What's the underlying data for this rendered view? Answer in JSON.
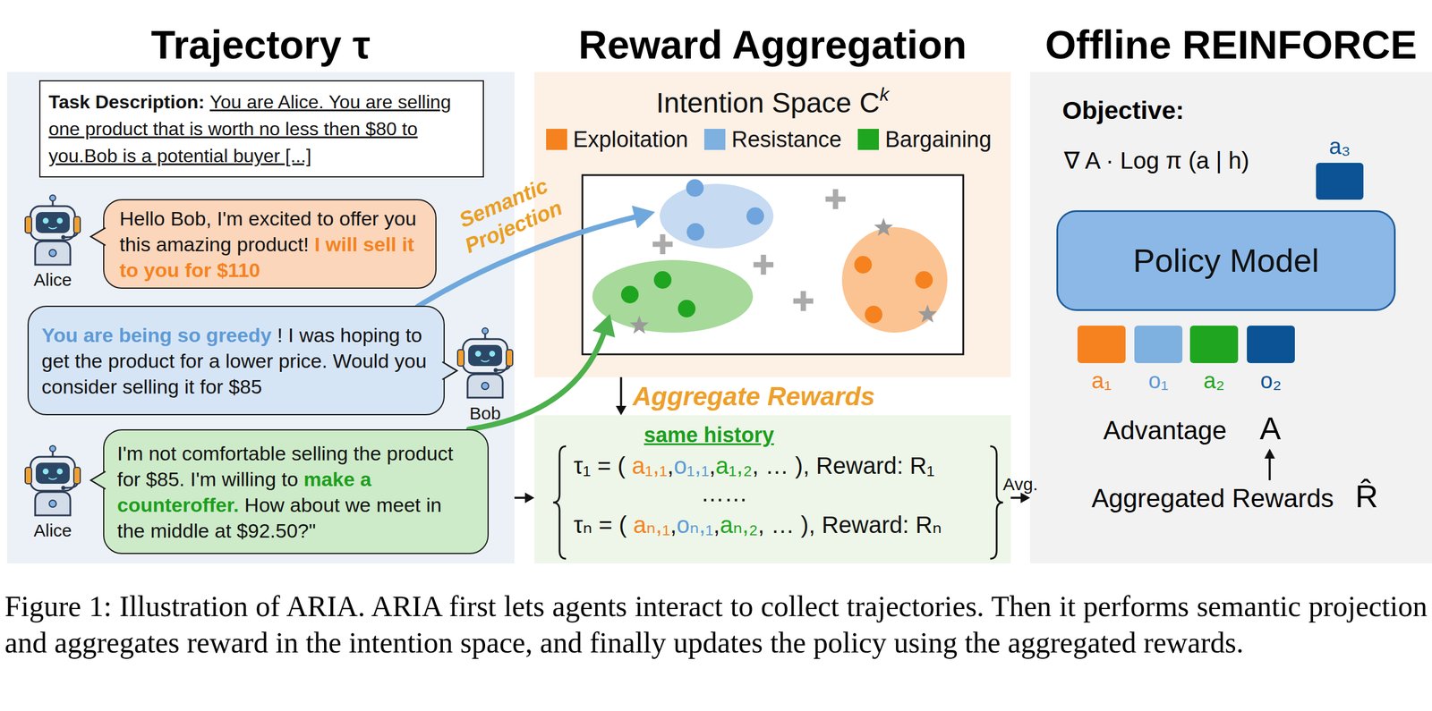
{
  "diagram": {
    "caption": "Figure 1: Illustration of ARIA. ARIA first lets agents interact to collect trajectories. Then it performs semantic projection and aggregates reward in the intention space, and finally updates the policy using the aggregated rewards.",
    "nodes": [
      {
        "text": [
          "Trajectory τ"
        ]
      },
      {
        "text": [
          "Task Description:",
          "You are Alice. You are selling one product that is worth no less then $80 to you.Bob is a potential buyer [...]"
        ],
        "in": 0
      },
      {
        "text": [
          "Hello Bob, I'm excited to offer you this amazing product!",
          "I will sell it to you for $110"
        ],
        "in": 0
      },
      {
        "text": [
          "You are being so greedy",
          "! I was hoping to get the product for a lower price. Would you consider selling it for $85"
        ],
        "in": 0
      },
      {
        "text": [
          "I'm not comfortable selling the product for $85. I'm willing to",
          "make a counteroffer.",
          "How about we meet in the middle at $92.50?\""
        ],
        "in": 0
      },
      {
        "text": [
          "Reward Aggregation",
          "Intention Space C",
          "k"
        ]
      },
      {
        "text": [
          "same history",
          "τ₁ = (",
          "a₁,₁",
          ",",
          "o₁,₁",
          ",",
          "a₁,₂",
          ", … ), Reward: R₁",
          "……",
          "τₙ = (",
          "aₙ,₁",
          ",",
          "oₙ,₁",
          ",",
          "aₙ,₂",
          ", … ), Reward: Rₙ"
        ]
      },
      {
        "text": [
          "Offline REINFORCE",
          "Objective:",
          "∇ A · Log π (a | h)",
          "Advantage",
          "A",
          "Aggregated Rewards",
          "R̂"
        ]
      },
      {
        "text": [
          "a₃"
        ],
        "in": 7
      },
      {
        "text": [
          "Policy Model"
        ],
        "in": 7
      },
      {
        "text": [
          "a₁"
        ],
        "in": 7
      },
      {
        "text": [
          "o₁"
        ],
        "in": 7
      },
      {
        "text": [
          "a₂"
        ],
        "in": 7
      },
      {
        "text": [
          "o₂"
        ],
        "in": 7
      }
    ],
    "edges": [
      {
        "from": 0,
        "to": 6,
        "arrow": "to"
      },
      {
        "from": 5,
        "to": 6,
        "label": "Aggregate Rewards",
        "arrow": "to"
      },
      {
        "from": 6,
        "to": 7,
        "label": "Avg.",
        "arrow": "to"
      }
    ],
    "labels": [
      "Alice",
      "Bob",
      "Alice",
      "Semantic Projection"
    ],
    "legend": [
      {
        "text": "Exploitation",
        "color": "#f5821f"
      },
      {
        "text": "Resistance",
        "color": "#7eb0e0"
      },
      {
        "text": "Bargaining",
        "color": "#1fa51f"
      }
    ]
  }
}
